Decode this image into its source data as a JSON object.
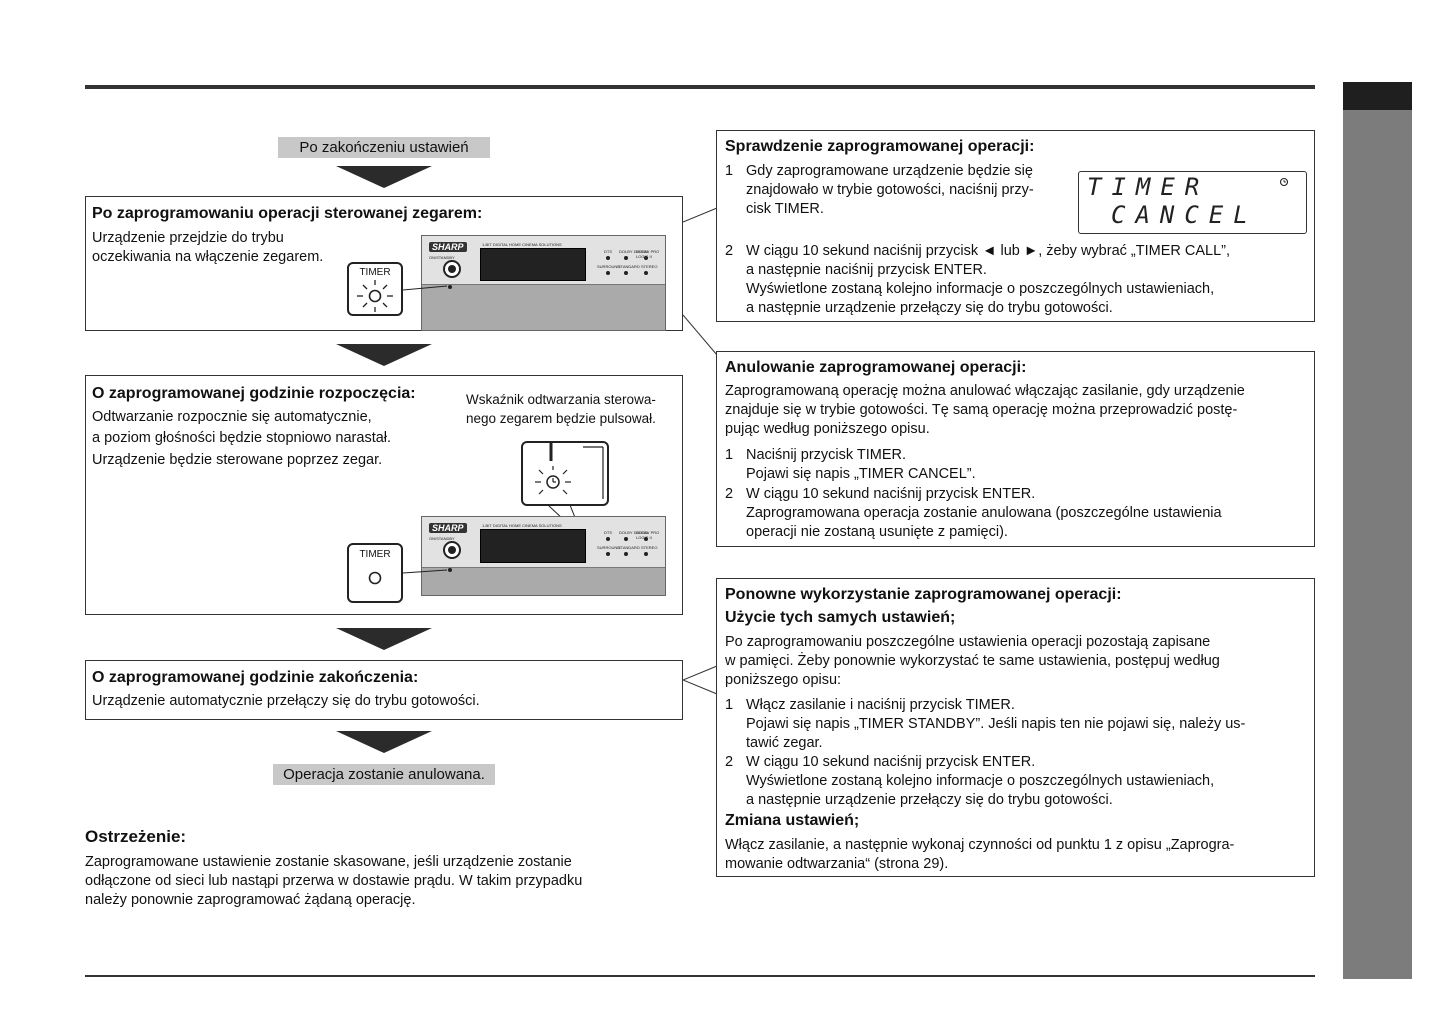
{
  "flow": {
    "start_label": "Po zakończeniu ustawień",
    "box1": {
      "title": "Po zaprogramowaniu operacji sterowanej zegarem:",
      "lines": [
        "Urządzenie przejdzie do trybu",
        "oczekiwania na włączenie zegarem."
      ],
      "timer_label": "TIMER"
    },
    "box2": {
      "title": "O zaprogramowanej godzinie rozpoczęcia:",
      "lines": [
        "Odtwarzanie rozpocznie się automatycznie,",
        "a poziom głośności będzie stopniowo narastał.",
        "Urządzenie będzie sterowane poprzez zegar."
      ],
      "note_lines": [
        "Wskaźnik odtwarzania sterowa-",
        "nego zegarem będzie pulsował."
      ],
      "timer_label": "TIMER"
    },
    "box3": {
      "title": "O zaprogramowanej godzinie zakończenia:",
      "text": "Urządzenie automatycznie przełączy się do trybu gotowości."
    },
    "end_label": "Operacja zostanie anulowana."
  },
  "device": {
    "brand": "SHARP",
    "power_label": "ON/STANDBY",
    "timer_small": "TIMER",
    "top_text": "1-BIT DIGITAL HOME CINEMA SOLUTIONS",
    "right_labels": [
      "DTS",
      "DOLBY DIGITAL",
      "DOLBY PRO LOGIC II",
      "SURROUND",
      "STANDARD",
      "STEREO"
    ]
  },
  "check": {
    "title": "Sprawdzenie zaprogramowanej operacji:",
    "step1_num": "1",
    "step1_lines": [
      "Gdy zaprogramowane urządzenie będzie się",
      "znajdowało w trybie gotowości, naciśnij przy-",
      "cisk TIMER."
    ],
    "display_line1": "TIMER",
    "display_line2": "CANCEL",
    "display_icon": "clock-icon",
    "step2_num": "2",
    "step2_lines": [
      "W ciągu 10 sekund naciśnij przycisk ◄ lub ►, żeby wybrać „TIMER CALL”,",
      "a następnie naciśnij przycisk ENTER.",
      "Wyświetlone zostaną kolejno informacje o poszczególnych ustawieniach,",
      "a następnie urządzenie przełączy się do trybu gotowości."
    ]
  },
  "cancel": {
    "title": "Anulowanie zaprogramowanej operacji:",
    "intro_lines": [
      "Zaprogramowaną operację można anulować włączając zasilanie, gdy urządzenie",
      "znajduje się w trybie gotowości. Tę samą operację można przeprowadzić postę-",
      "pując według poniższego opisu."
    ],
    "step1_num": "1",
    "step1_lines": [
      "Naciśnij przycisk TIMER.",
      "Pojawi się napis „TIMER CANCEL”."
    ],
    "step2_num": "2",
    "step2_lines": [
      "W ciągu 10 sekund naciśnij przycisk ENTER.",
      "Zaprogramowana operacja zostanie anulowana (poszczególne ustawienia",
      "operacji nie zostaną usunięte z pamięci)."
    ]
  },
  "reuse": {
    "title": "Ponowne wykorzystanie zaprogramowanej operacji:",
    "subtitle1": "Użycie tych samych ustawień;",
    "intro_lines": [
      "Po zaprogramowaniu poszczególne ustawienia operacji pozostają zapisane",
      "w pamięci. Żeby ponownie wykorzystać te same ustawienia, postępuj według",
      "poniższego opisu:"
    ],
    "step1_num": "1",
    "step1_lines": [
      "Włącz zasilanie i naciśnij przycisk TIMER.",
      "Pojawi się napis „TIMER STANDBY”. Jeśli napis ten nie pojawi się, należy us-",
      "tawić zegar."
    ],
    "step2_num": "2",
    "step2_lines": [
      "W ciągu 10 sekund naciśnij przycisk ENTER.",
      "Wyświetlone zostaną kolejno informacje o poszczególnych ustawieniach,",
      "a następnie urządzenie przełączy się do trybu gotowości."
    ],
    "subtitle2": "Zmiana ustawień;",
    "change_lines": [
      "Włącz zasilanie, a następnie wykonaj czynności od punktu 1 z opisu „Zaprogra-",
      "mowanie odtwarzania“ (strona 29)."
    ]
  },
  "warning": {
    "title": "Ostrzeżenie:",
    "lines": [
      "Zaprogramowane ustawienie zostanie skasowane, jeśli urządzenie zostanie",
      "odłączone od sieci lub nastąpi przerwa w dostawie prądu. W takim przypadku",
      "należy ponownie zaprogramować żądaną operację."
    ]
  }
}
